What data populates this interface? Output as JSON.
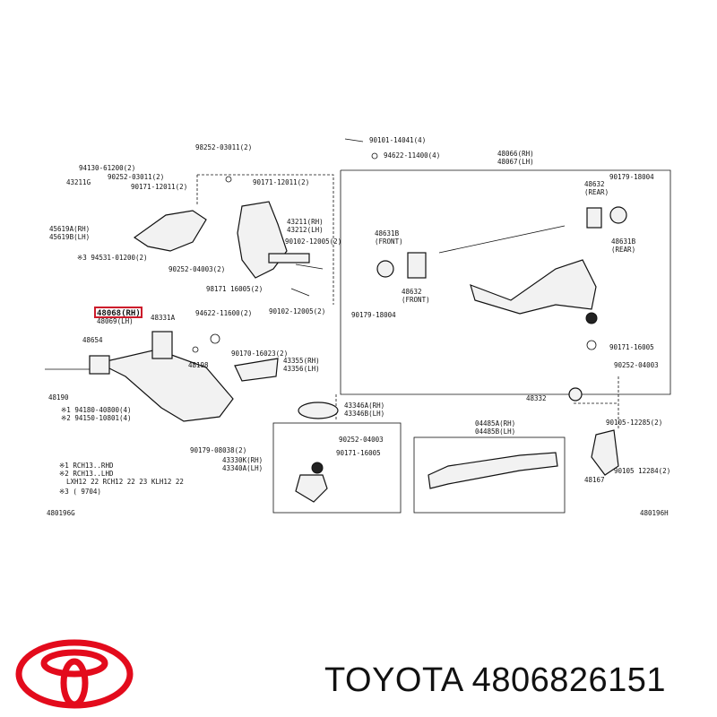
{
  "labels": [
    {
      "id": "p98252",
      "text": "98252-03011(2)"
    },
    {
      "id": "p90101",
      "text": "90101-14041(4)"
    },
    {
      "id": "p94622a",
      "text": "94622-11400(4)"
    },
    {
      "id": "p48066",
      "text": "48066(RH)"
    },
    {
      "id": "p48067",
      "text": "48067(LH)"
    },
    {
      "id": "p94130",
      "text": "94130-61200(2)"
    },
    {
      "id": "p90252a",
      "text": "90252-03011(2)"
    },
    {
      "id": "p90171a",
      "text": "90171-12011(2)"
    },
    {
      "id": "p43211g",
      "text": "43211G"
    },
    {
      "id": "p90171b",
      "text": "90171-12011(2)"
    },
    {
      "id": "p43211",
      "text": "43211(RH)"
    },
    {
      "id": "p43212",
      "text": "43212(LH)"
    },
    {
      "id": "p90179a",
      "text": "90179-18004"
    },
    {
      "id": "p48632a",
      "text": "48632"
    },
    {
      "id": "p48632a_sub",
      "text": "(REAR)"
    },
    {
      "id": "p45619a",
      "text": "45619A(RH)"
    },
    {
      "id": "p45619b",
      "text": "45619B(LH)"
    },
    {
      "id": "p90102a",
      "text": "90102-12005(2)"
    },
    {
      "id": "p48631b",
      "text": "48631B"
    },
    {
      "id": "p48631b_sub",
      "text": "(FRONT)"
    },
    {
      "id": "p48631",
      "text": "48631B"
    },
    {
      "id": "p48631_sub",
      "text": "(REAR)"
    },
    {
      "id": "p94531",
      "text": "※3 94531-01200(2)"
    },
    {
      "id": "p90252b",
      "text": "90252-04003(2)"
    },
    {
      "id": "p98171",
      "text": "98171 16005(2)"
    },
    {
      "id": "p48632b",
      "text": "48632"
    },
    {
      "id": "p48632b_sub",
      "text": "(FRONT)"
    },
    {
      "id": "p48068",
      "text": "48068(RH)"
    },
    {
      "id": "p48069",
      "text": "48069(LH)"
    },
    {
      "id": "p48331a",
      "text": "48331A"
    },
    {
      "id": "p94622b",
      "text": "94622-11600(2)"
    },
    {
      "id": "p90102b",
      "text": "90102-12005(2)"
    },
    {
      "id": "p90179b",
      "text": "90179-18004"
    },
    {
      "id": "p48654",
      "text": "48654"
    },
    {
      "id": "p90170",
      "text": "90170-16023(2)"
    },
    {
      "id": "p90171c",
      "text": "90171-16005"
    },
    {
      "id": "p43355",
      "text": "43355(RH)"
    },
    {
      "id": "p43356",
      "text": "43356(LH)"
    },
    {
      "id": "p48198",
      "text": "48198"
    },
    {
      "id": "p90252c",
      "text": "90252-04003"
    },
    {
      "id": "p48190",
      "text": "48190"
    },
    {
      "id": "p48332",
      "text": "48332"
    },
    {
      "id": "p43346a",
      "text": "43346A(RH)"
    },
    {
      "id": "p43346b",
      "text": "43346B(LH)"
    },
    {
      "id": "p94180",
      "text": "※1 94180-40800(4)"
    },
    {
      "id": "p94150",
      "text": "※2 94150-10801(4)"
    },
    {
      "id": "p04485a",
      "text": "04485A(RH)"
    },
    {
      "id": "p04485b",
      "text": "04485B(LH)"
    },
    {
      "id": "p90105a",
      "text": "90105-12285(2)"
    },
    {
      "id": "p90252d",
      "text": "90252-04003"
    },
    {
      "id": "p90171d",
      "text": "90171-16005"
    },
    {
      "id": "p90179c",
      "text": "90179-08038(2)"
    },
    {
      "id": "p43330",
      "text": "43330K(RH)"
    },
    {
      "id": "p43340",
      "text": "43340A(LH)"
    },
    {
      "id": "p90105b",
      "text": "90105 12284(2)"
    },
    {
      "id": "p48167",
      "text": "48167"
    },
    {
      "id": "note1",
      "text": "※1 RCH13..RHD"
    },
    {
      "id": "note2",
      "text": "※2 RCH13..LHD"
    },
    {
      "id": "note2b",
      "text": "LXH12 22 RCH12 22 23 KLH12 22"
    },
    {
      "id": "note3",
      "text": "※3 (      9704)"
    },
    {
      "id": "code_left",
      "text": "480196G"
    },
    {
      "id": "code_right",
      "text": "480196H"
    }
  ],
  "footer": {
    "brand_text": "TOYOTA 4806826151"
  },
  "colors": {
    "logo_red": "#e30b1c",
    "highlight_box": "#cc1b2b",
    "ink": "#111111"
  }
}
